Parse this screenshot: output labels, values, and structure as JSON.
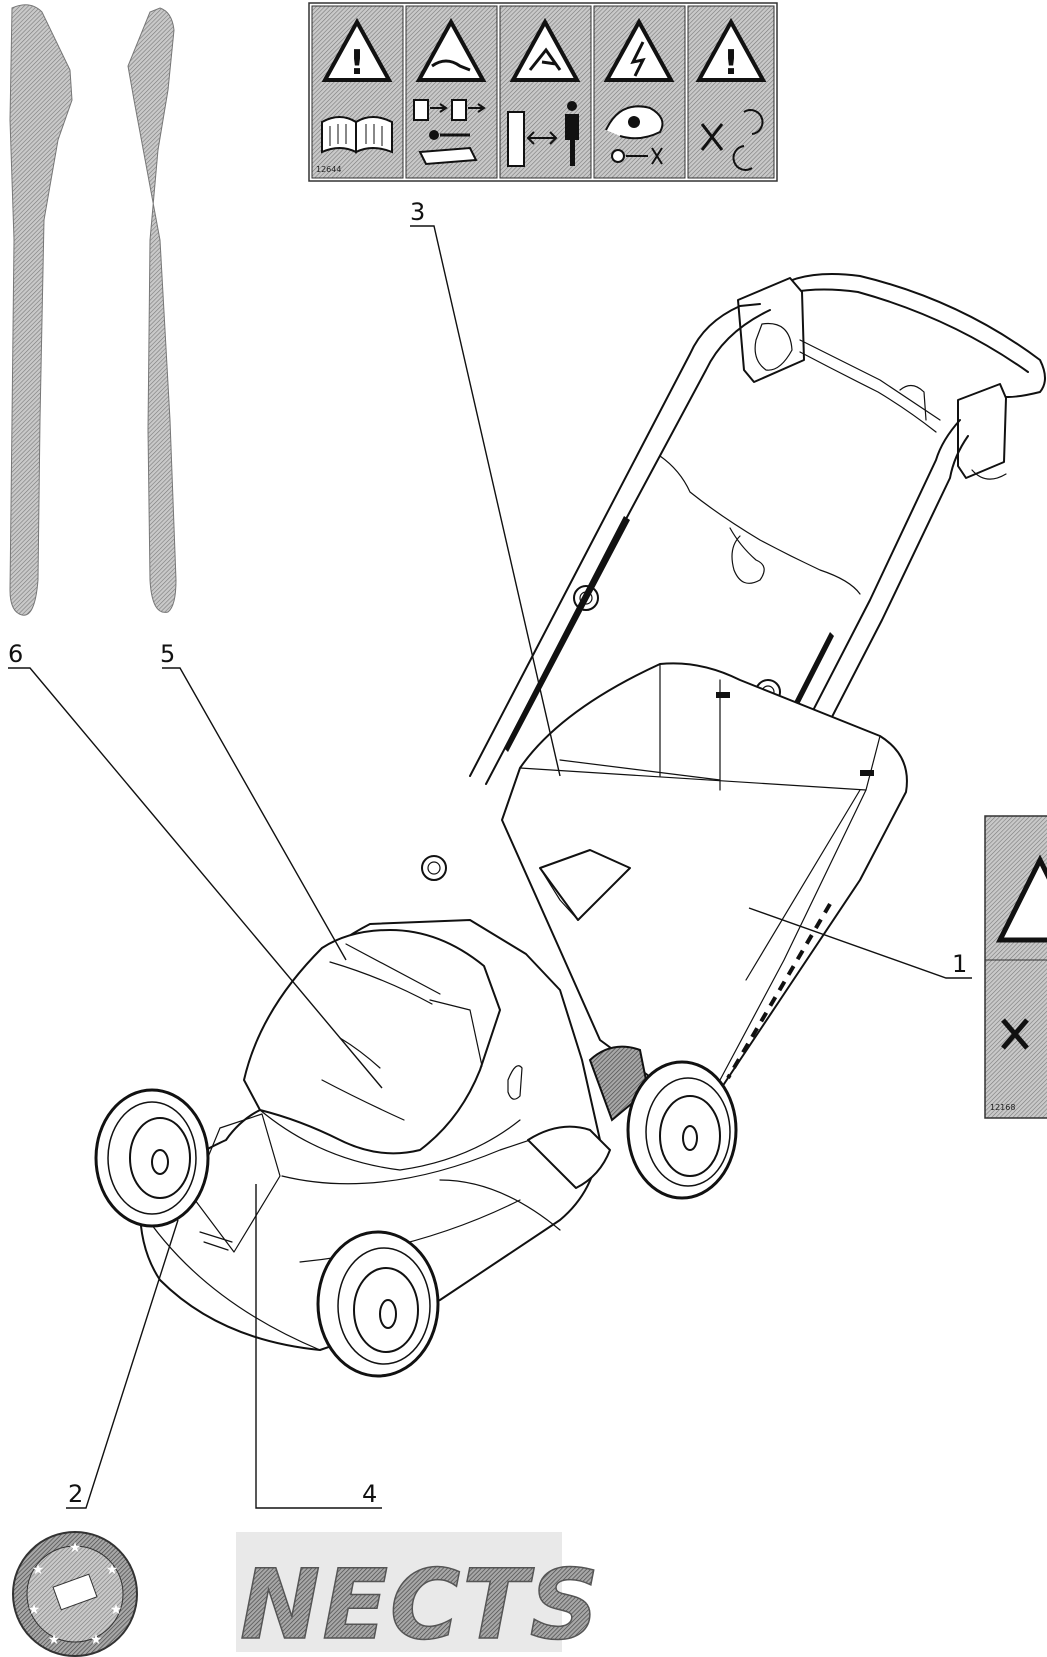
{
  "colors": {
    "ink": "#111111",
    "halftone": "#9a9a9a",
    "paper": "#ffffff"
  },
  "callouts": {
    "c1": "1",
    "c2": "2",
    "c3": "3",
    "c4": "4",
    "c5": "5",
    "c6": "6"
  },
  "labels": {
    "warning_strip_code": "12644",
    "side_decal_code": "12168"
  },
  "warning_panels": [
    {
      "icon": "read-manual-icon"
    },
    {
      "icon": "disconnect-plug-icon"
    },
    {
      "icon": "keep-distance-icon"
    },
    {
      "icon": "damaged-cable-icon"
    },
    {
      "icon": "rotating-blade-icon"
    }
  ],
  "logo": {
    "text": "NECTS"
  },
  "badge": {
    "icon": "eu-stars-badge-icon"
  }
}
